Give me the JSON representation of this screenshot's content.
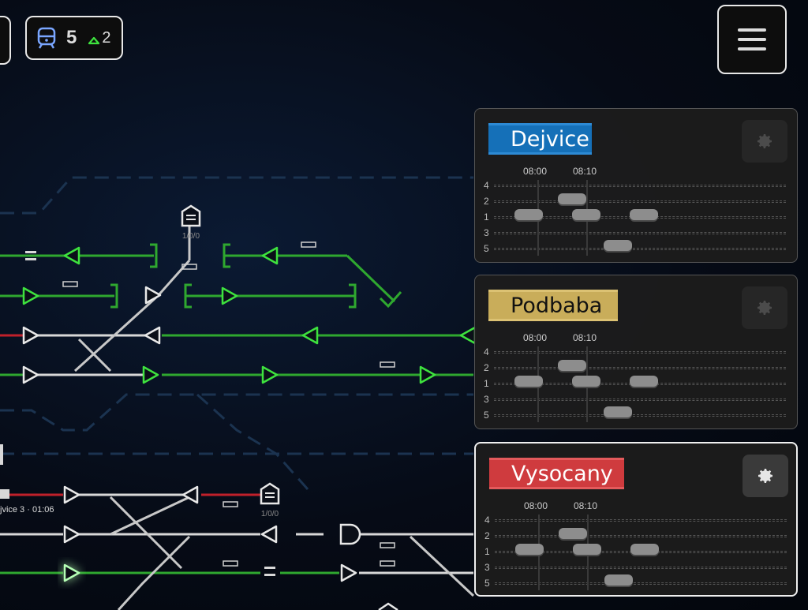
{
  "hud": {
    "trains_count": "5",
    "arriving_count": "2"
  },
  "map": {
    "capacity_labels": [
      "1/0/0",
      "1/0/0"
    ],
    "train_info": "jvice  3 · 01:06"
  },
  "panels": [
    {
      "station": "Dejvice",
      "label_color": "#1570b8",
      "times": [
        "08:00",
        "08:10"
      ],
      "tracks": [
        "4",
        "2",
        "1",
        "3",
        "5"
      ],
      "selected": false
    },
    {
      "station": "Podbaba",
      "label_color": "#c9ad5a",
      "times": [
        "08:00",
        "08:10"
      ],
      "tracks": [
        "4",
        "2",
        "1",
        "3",
        "5"
      ],
      "selected": false
    },
    {
      "station": "Vysocany",
      "label_color": "#cf3b3e",
      "times": [
        "08:00",
        "08:10"
      ],
      "tracks": [
        "4",
        "2",
        "1",
        "3",
        "5"
      ],
      "selected": true
    }
  ],
  "icons": {
    "train": "train-icon",
    "arrive": "arrive-icon",
    "menu": "hamburger-menu-icon",
    "settings": "gear-icon"
  },
  "colors": {
    "signal_green": "#3ee23e",
    "track_white": "#d8d8d8",
    "track_red": "#c0202a",
    "train_icon_blue": "#7aa6ff"
  }
}
